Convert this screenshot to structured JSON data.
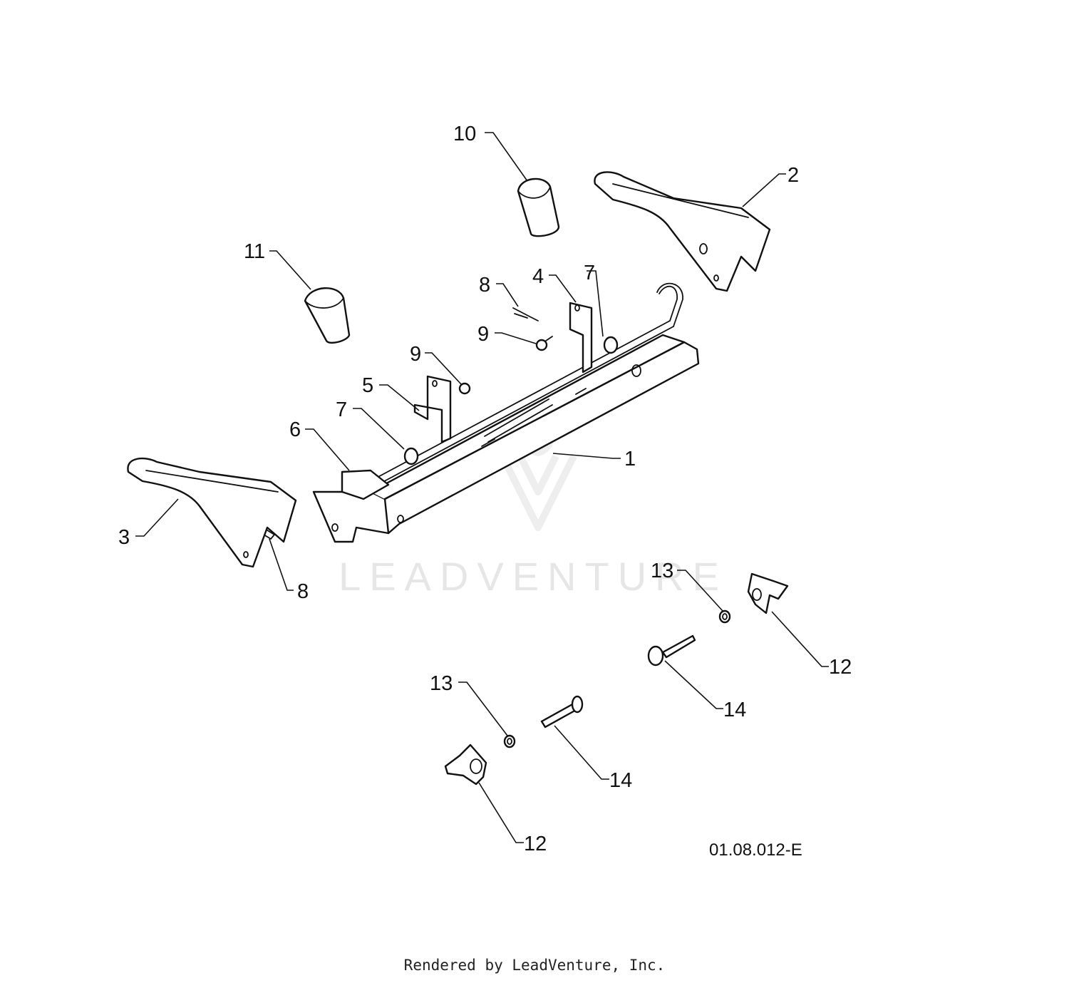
{
  "diagram": {
    "drawing_id": "01.08.012-E",
    "watermark": "LEADVENTURE",
    "footer": "Rendered by LeadVenture, Inc.",
    "callouts": {
      "c1": "1",
      "c2": "2",
      "c3": "3",
      "c4": "4",
      "c5": "5",
      "c6": "6",
      "c7a": "7",
      "c7b": "7",
      "c8a": "8",
      "c8b": "8",
      "c9a": "9",
      "c9b": "9",
      "c10": "10",
      "c11": "11",
      "c12a": "12",
      "c12b": "12",
      "c13a": "13",
      "c13b": "13",
      "c14a": "14",
      "c14b": "14"
    }
  }
}
